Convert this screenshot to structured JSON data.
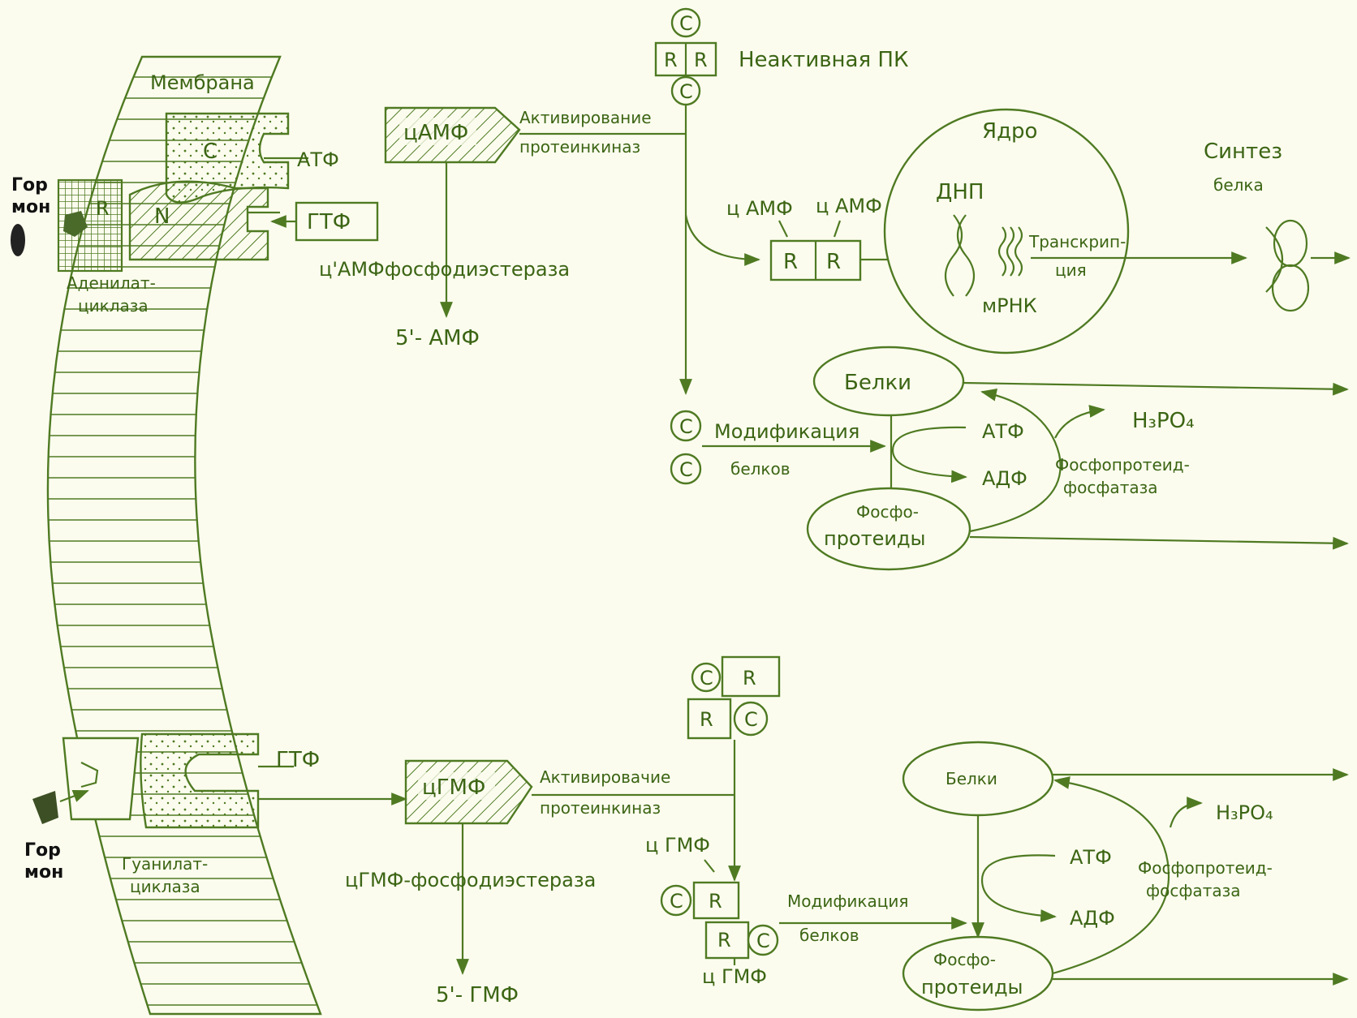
{
  "colors": {
    "ink": "#4f7a22",
    "paper": "#fbfcee",
    "hormone": "#111111"
  },
  "hormone_label_1": "Гор",
  "hormone_label_2": "мон",
  "membrane": "Мембрана",
  "adenylate_cyclase_1": "Аденилат-",
  "adenylate_cyclase_2": "циклаза",
  "guanylate_cyclase_1": "Гуанилат-",
  "guanylate_cyclase_2": "циклаза",
  "sub_c": "C",
  "sub_n": "N",
  "sub_r": "R",
  "atp": "АТФ",
  "gtp": "ГТФ",
  "adp": "АДФ",
  "camp": "цАМФ",
  "camp_spaced": "ц АМФ",
  "cgmp": "цГМФ",
  "cgmp_spaced": "ц ГМФ",
  "activation_1": "Активирование",
  "activation_2": "протеинкиназ",
  "activation_b1": "Активировачие",
  "activation_b2": "протеинкиназ",
  "camp_pde": "ц'АМФфосфодиэстераза",
  "cgmp_pde": "цГМФ-фосфодиэстераза",
  "amp5": "5'- АМФ",
  "gmp5": "5'- ГМФ",
  "inactive_pk": "Неактивная ПК",
  "nucleus": "Ядро",
  "dnp": "ДНП",
  "mrna": "мРНК",
  "transcription_1": "Транскрип-",
  "transcription_2": "ция",
  "protein_synthesis_1": "Синтез",
  "protein_synthesis_2": "белка",
  "proteins": "Белки",
  "proteins_b": "Белки",
  "modification_1": "Модификация",
  "modification_2": "белков",
  "modification_b1": "Модификация",
  "modification_b2": "белков",
  "phosphoproteids_1": "Фосфо-",
  "phosphoproteids_2": "протеиды",
  "phosphatase_1": "Фосфопротеид-",
  "phosphatase_2": "фосфатаза",
  "h3po4": "H₃PO₄"
}
